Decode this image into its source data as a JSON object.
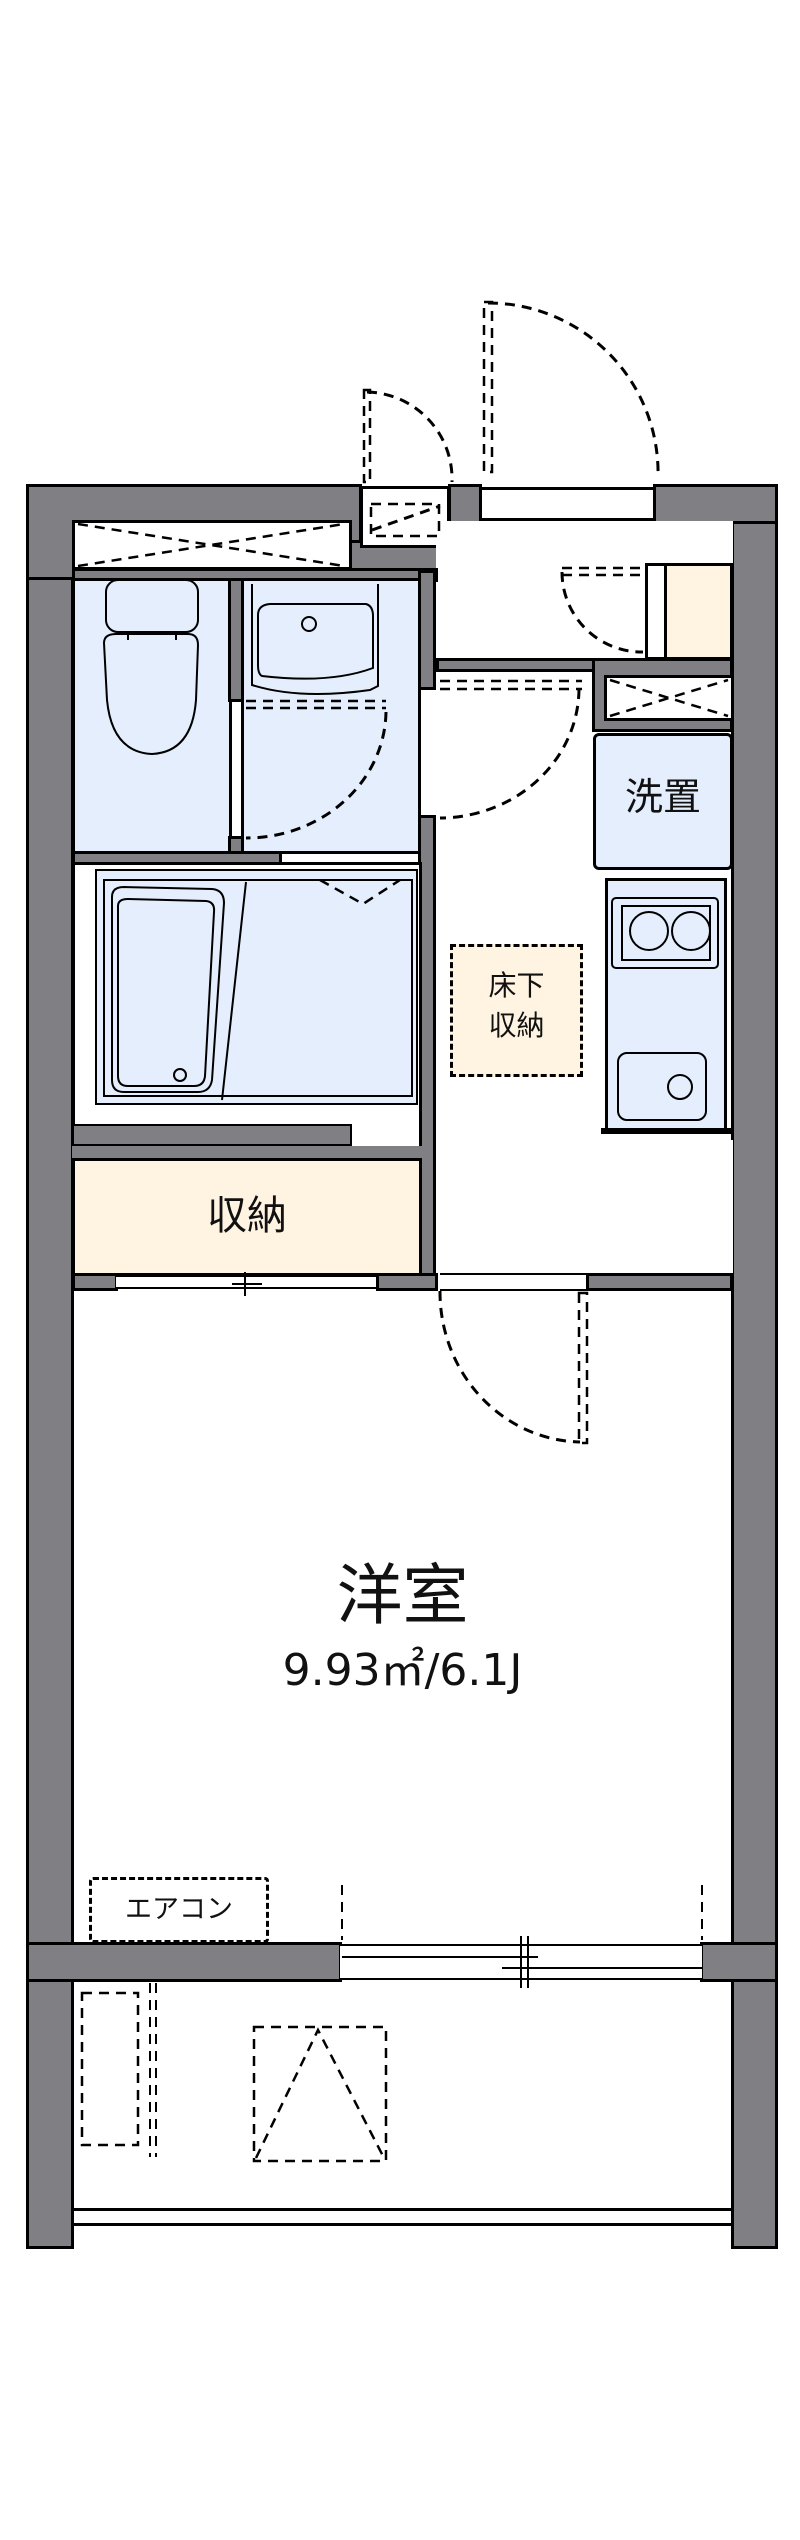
{
  "plan": {
    "title": "間取り図",
    "colors": {
      "wall": "#808084",
      "wet_area": "#E4EEFC",
      "storage": "#FFF4E2",
      "line": "#000000"
    },
    "rooms": {
      "western_room": {
        "label": "洋室",
        "area": "9.93㎡/6.1J"
      },
      "storage": {
        "label": "収納"
      },
      "underfloor_storage": {
        "line1": "床下",
        "line2": "収納"
      },
      "washer_space": {
        "label": "洗置"
      },
      "air_conditioner": {
        "label": "エアコン"
      }
    },
    "fixtures": [
      "toilet",
      "washbasin",
      "bathtub",
      "two-burner-stove",
      "kitchen-sink",
      "shoe-cabinet",
      "meter-box"
    ]
  }
}
